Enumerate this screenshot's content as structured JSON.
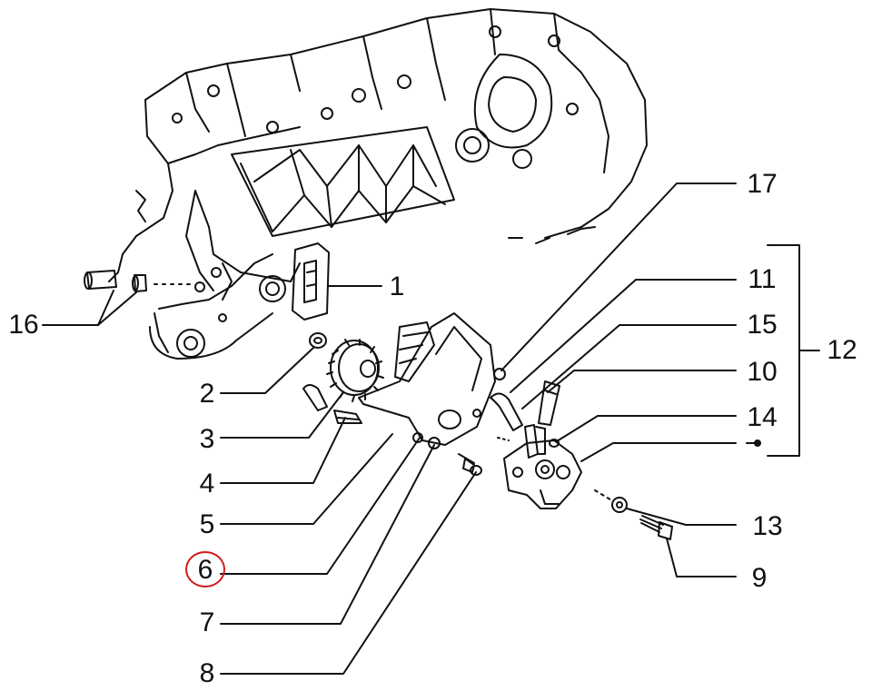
{
  "labels": {
    "p1": "1",
    "p2": "2",
    "p3": "3",
    "p4": "4",
    "p5": "5",
    "p6": "6",
    "p7": "7",
    "p8": "8",
    "p9": "9",
    "p10": "10",
    "p11": "11",
    "p12": "12",
    "p13": "13",
    "p14": "14",
    "p15": "15",
    "p16": "16",
    "p17": "17"
  },
  "highlighted_part": "6",
  "colors": {
    "line": "#111111",
    "highlight": "#d11a1a",
    "background": "#ffffff"
  }
}
